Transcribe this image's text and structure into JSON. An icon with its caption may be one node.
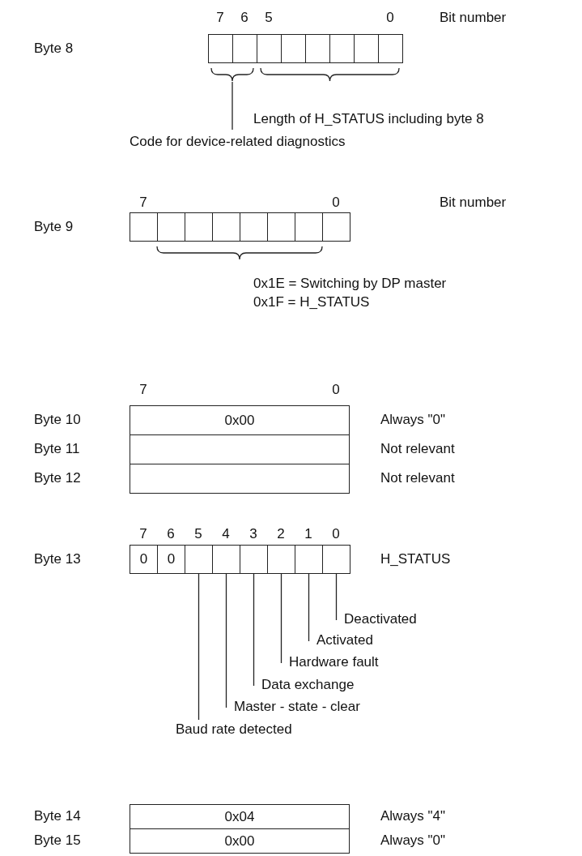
{
  "diagram": {
    "nodes": [
      {
        "text": [],
        "shape": "box"
      },
      {
        "text": [],
        "shape": "box"
      },
      {
        "text": [],
        "shape": "box"
      },
      {
        "text": [],
        "shape": "box"
      },
      {
        "text": [],
        "shape": "box"
      },
      {
        "text": [],
        "shape": "box"
      },
      {
        "text": [],
        "shape": "box"
      },
      {
        "text": [],
        "shape": "box"
      },
      {
        "text": [],
        "shape": "box"
      },
      {
        "text": [],
        "shape": "box"
      },
      {
        "text": [],
        "shape": "box"
      },
      {
        "text": [],
        "shape": "box"
      },
      {
        "text": [],
        "shape": "box"
      },
      {
        "text": [],
        "shape": "box"
      },
      {
        "text": [],
        "shape": "box"
      },
      {
        "text": [],
        "shape": "box"
      },
      {
        "text": [
          "0x00"
        ]
      },
      {
        "text": [],
        "shape": "box"
      },
      {
        "text": [],
        "shape": "box"
      },
      {
        "text": [
          "0"
        ]
      },
      {
        "text": [
          "0"
        ]
      },
      {
        "text": [],
        "shape": "box"
      },
      {
        "text": [],
        "shape": "box"
      },
      {
        "text": [],
        "shape": "box"
      },
      {
        "text": [],
        "shape": "box"
      },
      {
        "text": [],
        "shape": "box"
      },
      {
        "text": [],
        "shape": "box"
      },
      {
        "text": [
          "Deactivated"
        ]
      },
      {
        "text": [
          "Activated"
        ]
      },
      {
        "text": [
          "Hardware fault"
        ]
      },
      {
        "text": [
          "Data exchange"
        ]
      },
      {
        "text": [
          "Master - state - clear"
        ]
      },
      {
        "text": [
          "Baud rate detected"
        ]
      },
      {
        "text": [
          "0x04"
        ]
      },
      {
        "text": [
          "0x00"
        ]
      }
    ],
    "edges": [
      {
        "from": 27,
        "to": 26,
        "arrow": "none"
      },
      {
        "from": 28,
        "to": 25,
        "arrow": "none"
      },
      {
        "from": 29,
        "to": 24,
        "arrow": "none"
      },
      {
        "from": 30,
        "to": 23,
        "arrow": "none"
      },
      {
        "from": 31,
        "to": 22,
        "arrow": "none"
      },
      {
        "from": 32,
        "to": 21,
        "arrow": "none"
      }
    ],
    "labels": [
      "7",
      "6",
      "5",
      "0",
      "Bit number",
      "Byte 8",
      "Length of H_STATUS including byte 8",
      "Code for device-related diagnostics",
      "7",
      "0",
      "Bit number",
      "Byte 9",
      "0x1E = Switching by DP master",
      "0x1F = H_STATUS",
      "7",
      "0",
      "Byte 10",
      "Always \"0\"",
      "Byte 11",
      "Not relevant",
      "Byte 12",
      "Not relevant",
      "7",
      "6",
      "5",
      "4",
      "3",
      "2",
      "1",
      "0",
      "Byte 13",
      "H_STATUS",
      "Byte 14",
      "Always \"4\"",
      "Byte 15",
      "Always \"0\""
    ]
  }
}
